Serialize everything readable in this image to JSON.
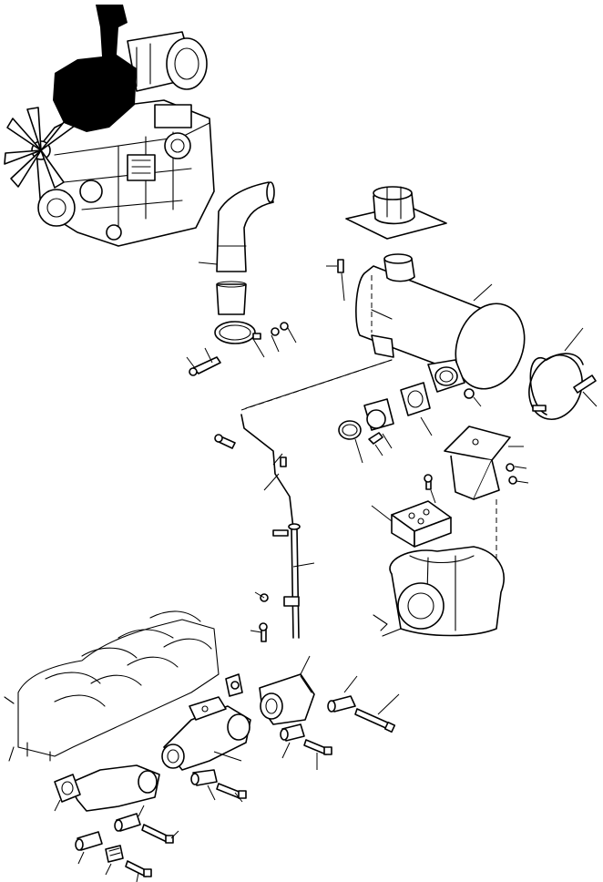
{
  "diagram": {
    "kind": "exploded-parts-view",
    "line_color": "#000000",
    "background_color": "#ffffff",
    "parts": [
      {
        "id": "engine",
        "icon": "engine-assembly-icon"
      },
      {
        "id": "exhaust-elbow-pipe",
        "icon": "pipe-elbow-icon"
      },
      {
        "id": "muffler",
        "icon": "muffler-icon"
      },
      {
        "id": "rain-cap",
        "icon": "rain-cap-icon"
      },
      {
        "id": "muffler-band",
        "icon": "clamp-band-icon"
      },
      {
        "id": "pipe-clamp",
        "icon": "clamp-ring-icon"
      },
      {
        "id": "gasket",
        "icon": "gasket-icon"
      },
      {
        "id": "flange-adapter",
        "icon": "flange-icon"
      },
      {
        "id": "muffler-bracket",
        "icon": "bracket-icon"
      },
      {
        "id": "mounting-plate",
        "icon": "plate-icon"
      },
      {
        "id": "turbocharger",
        "icon": "turbocharger-icon"
      },
      {
        "id": "support-rod",
        "icon": "rod-icon"
      },
      {
        "id": "exhaust-manifold",
        "icon": "manifold-icon"
      },
      {
        "id": "spacer-sleeve",
        "icon": "sleeve-icon"
      },
      {
        "id": "bolt",
        "icon": "bolt-icon"
      }
    ]
  }
}
